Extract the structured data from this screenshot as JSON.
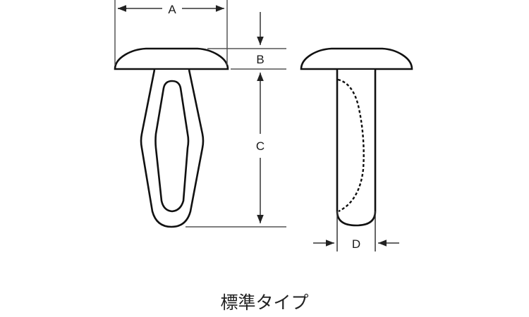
{
  "diagram": {
    "dimensions": {
      "A": "A",
      "B": "B",
      "C": "C",
      "D": "D"
    },
    "caption": "標準タイプ",
    "colors": {
      "outline": "#111111",
      "dimension_line": "#555555",
      "background": "#ffffff"
    }
  }
}
